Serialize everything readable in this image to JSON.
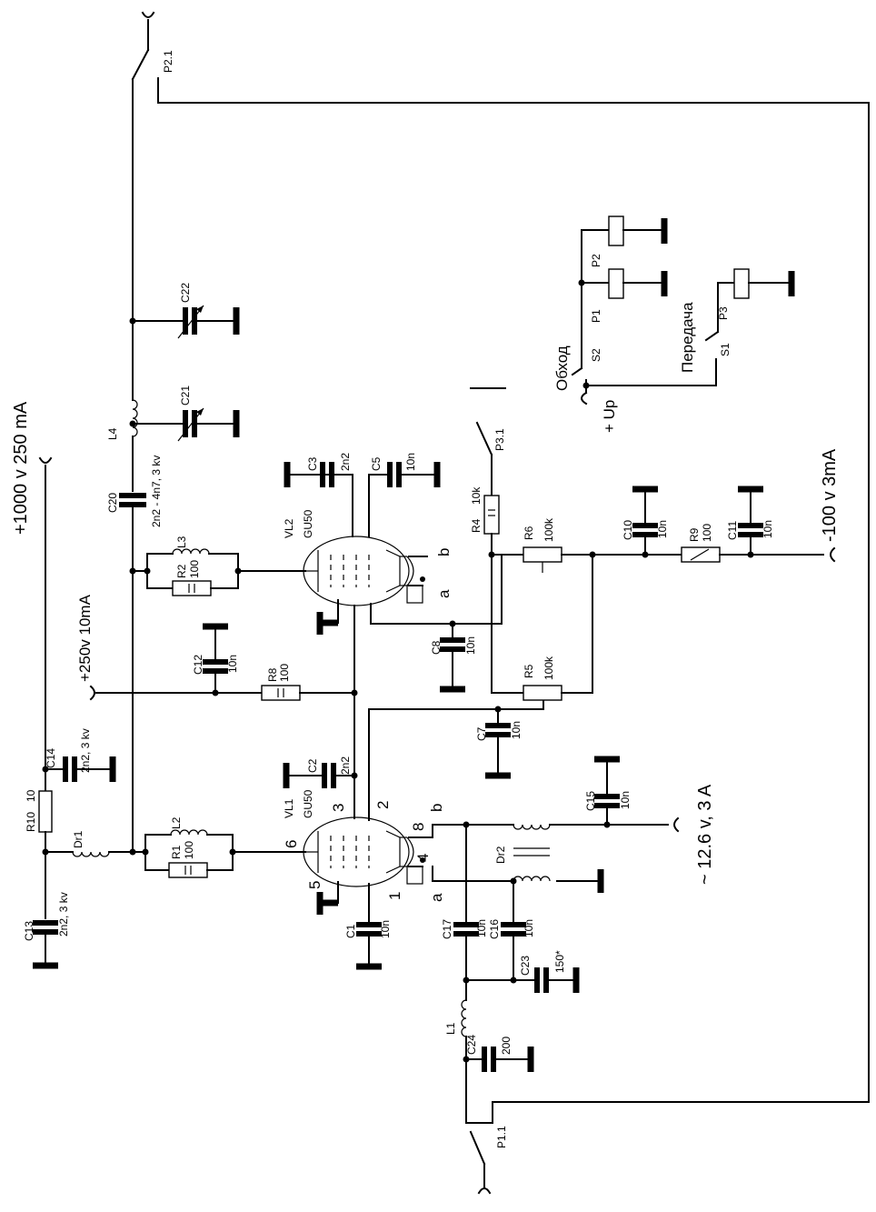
{
  "supplies": {
    "hv": "+1000 v 250 mA",
    "screen": "+250v 10mA",
    "bias": "-100 v 3mA",
    "filament": "~ 12.6 v, 3 A",
    "relay_supply": "+ Up"
  },
  "switches": {
    "bypass": "Обход",
    "transmit": "Передача",
    "s1": "S1",
    "s2": "S2"
  },
  "relays": {
    "p1": "P1",
    "p2": "P2",
    "p3": "P3",
    "p1_1": "P1.1",
    "p2_1": "P2.1",
    "p3_1": "P3.1"
  },
  "tubes": {
    "vl1": "VL1",
    "vl2": "VL2",
    "type": "GU50",
    "pin_a": "a",
    "pin_b": "b",
    "pin1": "1",
    "pin2": "2",
    "pin3": "3",
    "pin4": "4",
    "pin5": "5",
    "pin6": "6",
    "pin8": "8"
  },
  "components": {
    "c1": "C1",
    "c1_v": "10n",
    "c2": "C2",
    "c2_v": "2n2",
    "c3": "C3",
    "c3_v": "2n2",
    "c5": "C5",
    "c5_v": "10n",
    "c7": "C7",
    "c7_v": "10n",
    "c8": "C8",
    "c8_v": "10n",
    "c10": "C10",
    "c10_v": "10n",
    "c11": "C11",
    "c11_v": "10n",
    "c12": "C12",
    "c12_v": "10n",
    "c13": "C13",
    "c13_v": "2n2, 3 kv",
    "c14": "C14",
    "c14_v": "2n2, 3 kv",
    "c15": "C15",
    "c15_v": "10n",
    "c16": "C16",
    "c16_v": "10n",
    "c17": "C17",
    "c17_v": "10n",
    "c20": "C20",
    "c20_v": "2n2 - 4n7, 3 kv",
    "c21": "C21",
    "c22": "C22",
    "c23": "C23",
    "c23_v": "150*",
    "c24": "C24",
    "c24_v": "200",
    "r1": "R1",
    "r1_v": "100",
    "r2": "R2",
    "r2_v": "100",
    "r4": "R4",
    "r4_v": "10k",
    "r5": "R5",
    "r5_v": "100k",
    "r6": "R6",
    "r6_v": "100k",
    "r8": "R8",
    "r8_v": "100",
    "r9": "R9",
    "r9_v": "100",
    "r10": "R10",
    "r10_v": "10",
    "l1": "L1",
    "l2": "L2",
    "l3": "L3",
    "l4": "L4",
    "dr1": "Dr1",
    "dr2": "Dr2"
  }
}
